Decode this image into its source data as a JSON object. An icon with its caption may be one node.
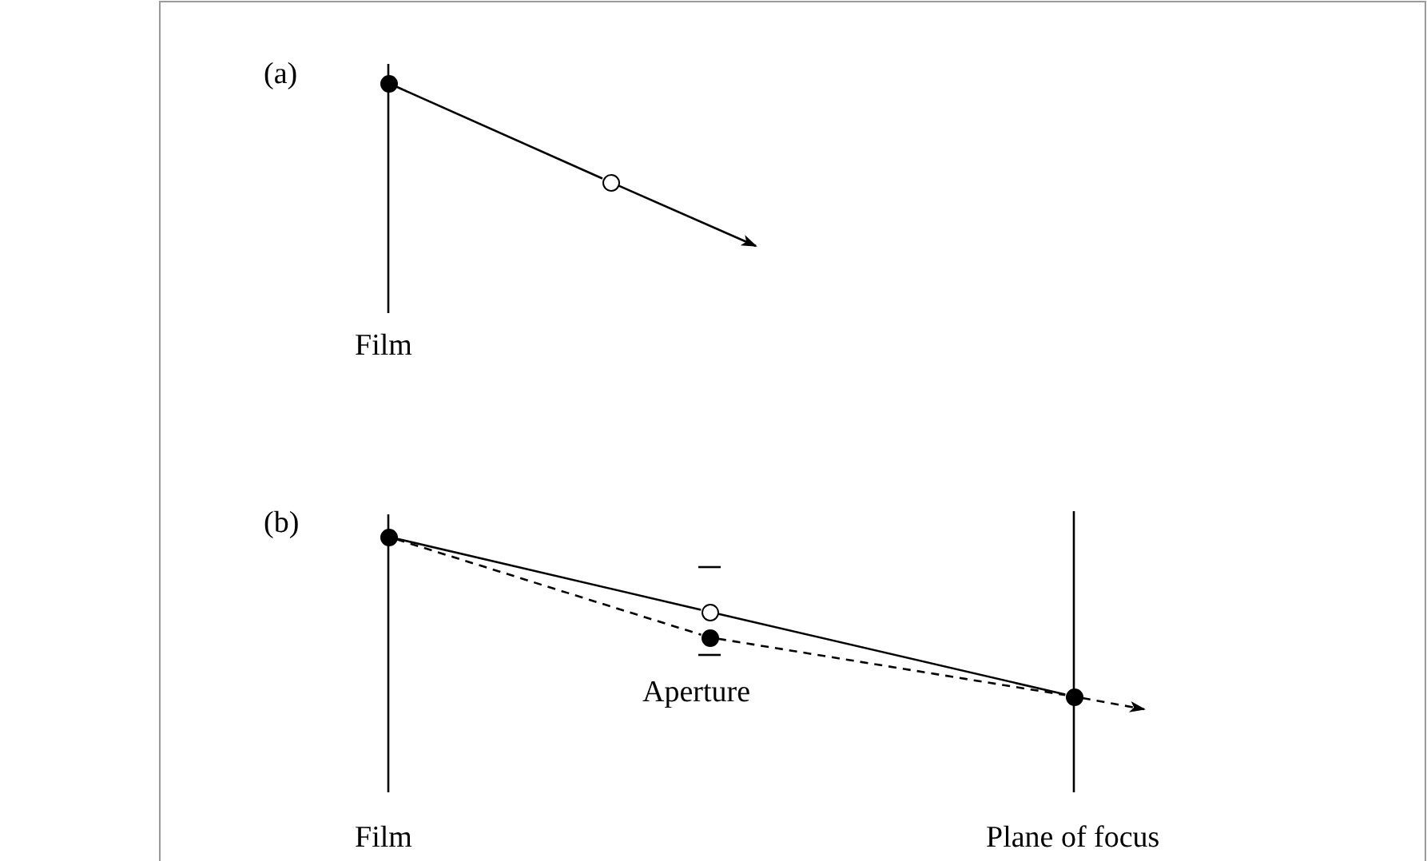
{
  "diagram": {
    "nodes": [
      {
        "text": [],
        "shape": "circle"
      },
      {
        "text": [],
        "shape": "circle"
      },
      {
        "text": [],
        "shape": "circle"
      },
      {
        "text": [],
        "shape": "circle"
      },
      {
        "text": [],
        "shape": "circle"
      },
      {
        "text": [],
        "shape": "circle"
      }
    ],
    "edges": [
      {
        "from": 0,
        "to": 1,
        "arrow": "none"
      },
      {
        "from": 1,
        "to": null,
        "arrow": "to"
      },
      {
        "from": 2,
        "to": 3,
        "arrow": "none"
      },
      {
        "from": 3,
        "to": 5,
        "arrow": "none"
      },
      {
        "from": 2,
        "to": 4,
        "arrow": "none",
        "style": "dashed"
      },
      {
        "from": 4,
        "to": 5,
        "arrow": "none",
        "style": "dashed"
      },
      {
        "from": 5,
        "to": null,
        "arrow": "to",
        "style": "dashed"
      }
    ],
    "labels": [
      "(a)",
      "Film",
      "(b)",
      "Aperture",
      "Film",
      "Plane of focus"
    ]
  }
}
